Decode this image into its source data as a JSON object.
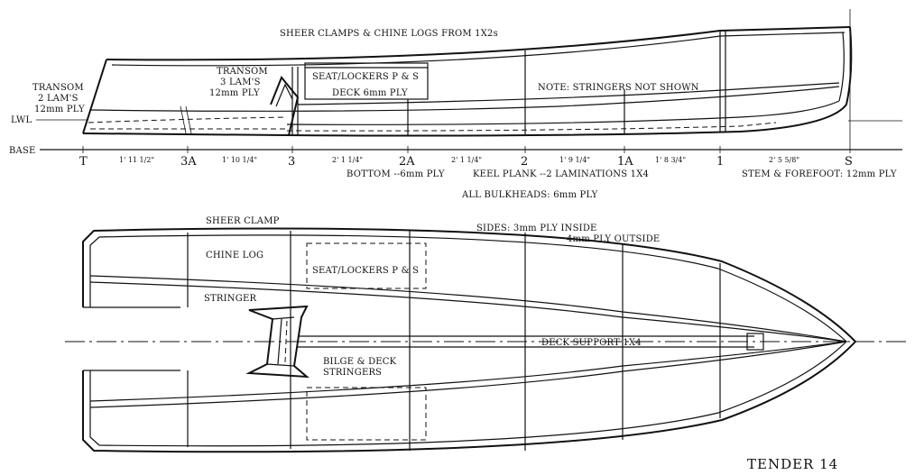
{
  "profile": {
    "heading": "SHEER CLAMPS & CHINE LOGS FROM 1X2s",
    "transom_left": [
      "TRANSOM",
      "2 LAM'S",
      "12mm PLY"
    ],
    "transom_inner": [
      "TRANSOM",
      "3 LAM'S",
      "12mm PLY"
    ],
    "seat": "SEAT/LOCKERS P & S",
    "deck": "DECK 6mm PLY",
    "note": "NOTE: STRINGERS NOT SHOWN",
    "lwl": "LWL",
    "base": "BASE",
    "stations": [
      "T",
      "3A",
      "3",
      "2A",
      "2",
      "1A",
      "1",
      "S"
    ],
    "spacings": [
      "1' 11 1/2\"",
      "1' 10 1/4\"",
      "2' 1 1/4\"",
      "2' 1 1/4\"",
      "1' 9 1/4\"",
      "1' 8 3/4\"",
      "2' 5 5/8\""
    ],
    "bottom": "BOTTOM --6mm PLY",
    "keel": "KEEL PLANK --2 LAMINATIONS 1X4",
    "stem": "STEM & FOREFOOT: 12mm PLY"
  },
  "bulkheads_note": "ALL BULKHEADS: 6mm PLY",
  "plan": {
    "sheer_clamp": "SHEER CLAMP",
    "sides": [
      "SIDES: 3mm PLY  INSIDE",
      "4mm PLY OUTSIDE"
    ],
    "chine_log": "CHINE LOG",
    "seat": "SEAT/LOCKERS P & S",
    "stringer": "STRINGER",
    "deck_support": "DECK SUPPORT  1X4",
    "bilge": [
      "BILGE & DECK",
      "STRINGERS"
    ]
  },
  "title": "TENDER 14"
}
